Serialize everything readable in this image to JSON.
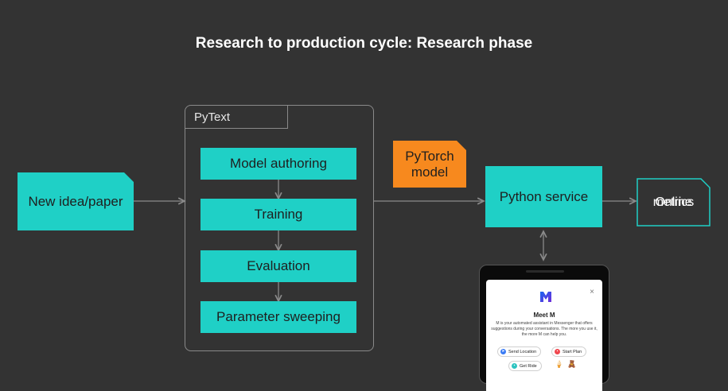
{
  "title": "Research to production cycle: Research phase",
  "nodes": {
    "new_idea": "New idea/paper",
    "pytext": "PyText",
    "model_authoring": "Model authoring",
    "training": "Training",
    "evaluation": "Evaluation",
    "parameter_sweeping": "Parameter sweeping",
    "pytorch_model_line1": "PyTorch",
    "pytorch_model_line2": "model",
    "python_service": "Python service",
    "online_metrics_line1": "Online",
    "online_metrics_line2": "metrics"
  },
  "phone": {
    "heading": "Meet M",
    "description": "M is your automated assistant in Messenger that offers suggestions during your conversations. The more you use it, the more M can help you.",
    "close": "×",
    "chips": [
      {
        "label": "Send Location",
        "icon": "location-arrow-icon",
        "color": "#3a7bf4"
      },
      {
        "label": "Start Plan",
        "icon": "calendar-icon",
        "color": "#f0464e"
      },
      {
        "label": "Get Ride",
        "icon": "car-icon",
        "color": "#2cc3c0"
      }
    ]
  },
  "colors": {
    "background": "#333333",
    "teal": "#1fd0c6",
    "orange": "#f7891e",
    "edge": "#8a8a8a"
  }
}
